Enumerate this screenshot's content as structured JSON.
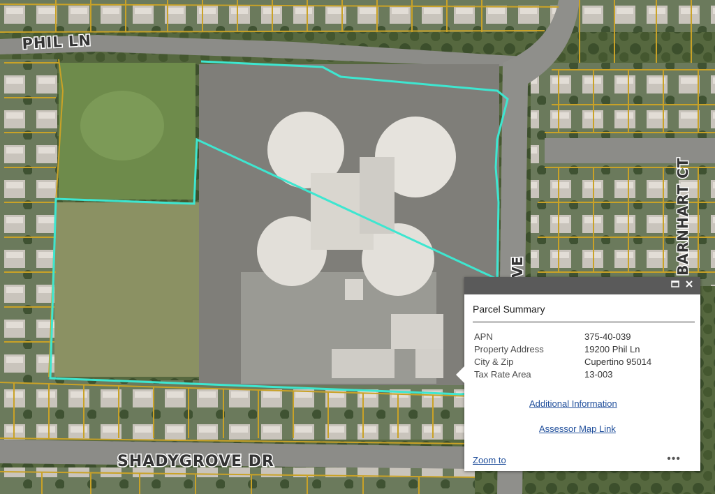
{
  "map": {
    "streets": {
      "phil_ln": "PHIL LN",
      "shadygrove_dr": "SHADYGROVE DR",
      "barnhart_ct": "BARNHART CT",
      "ave_fragment": "VE"
    },
    "colors": {
      "parcel_boundary": "#3ee6d0",
      "parcel_lines": "#c9a227"
    }
  },
  "popup": {
    "header_icons": [
      "maximize-icon",
      "close-icon"
    ],
    "title": "Parcel Summary",
    "fields": [
      {
        "label": "APN",
        "value": "375-40-039"
      },
      {
        "label": "Property Address",
        "value": "19200 Phil Ln"
      },
      {
        "label": "City & Zip",
        "value": "Cupertino 95014"
      },
      {
        "label": "Tax Rate Area",
        "value": "13-003"
      }
    ],
    "links": {
      "additional": "Additional Information",
      "assessor": "Assessor Map Link",
      "zoom": "Zoom to"
    },
    "more": "•••"
  }
}
